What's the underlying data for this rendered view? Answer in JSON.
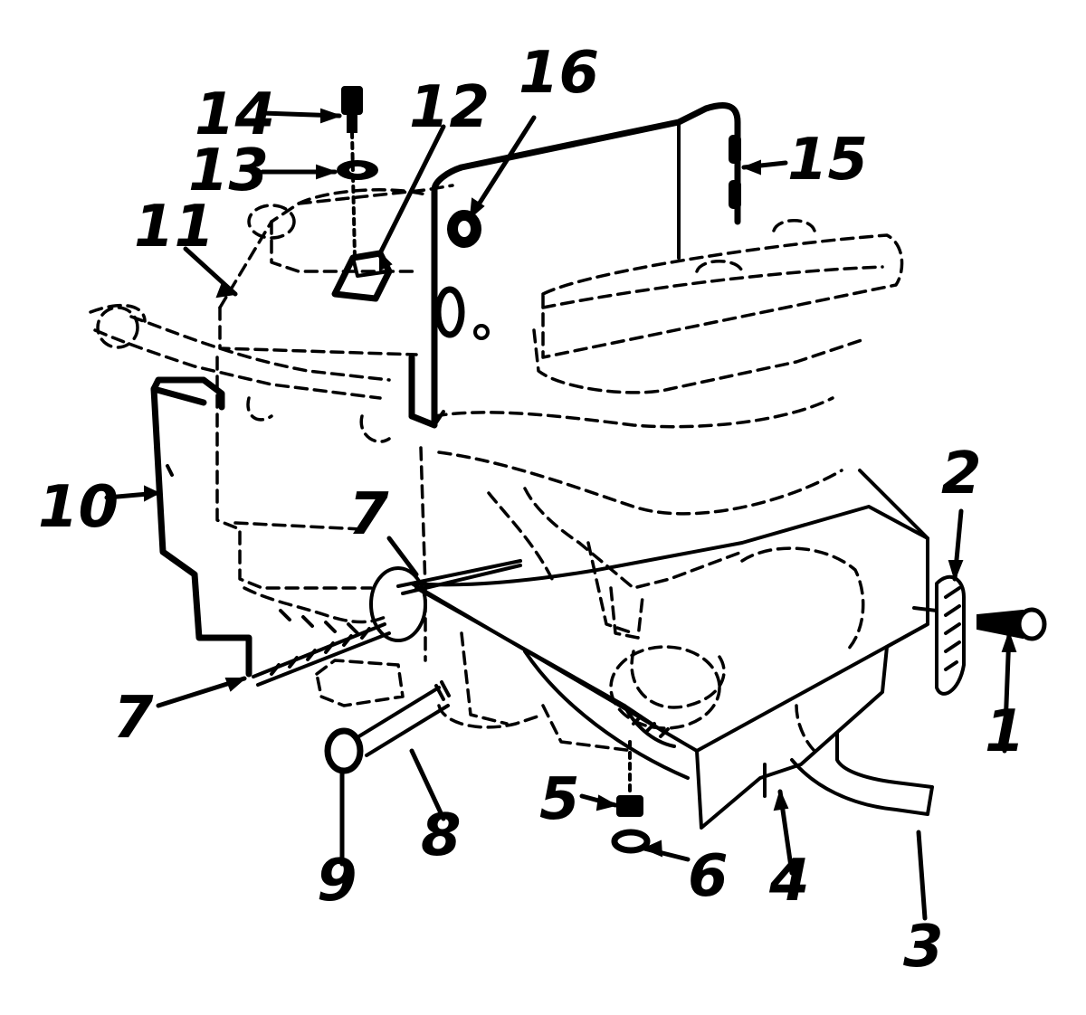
{
  "callouts": {
    "c1": "1",
    "c2": "2",
    "c3": "3",
    "c4": "4",
    "c5": "5",
    "c6": "6",
    "c7a": "7",
    "c7b": "7",
    "c8": "8",
    "c9": "9",
    "c10": "10",
    "c11": "11",
    "c12": "12",
    "c13": "13",
    "c14": "14",
    "c15": "15",
    "c16": "16"
  },
  "colors": {
    "ink": "#000000",
    "paper": "#ffffff"
  }
}
